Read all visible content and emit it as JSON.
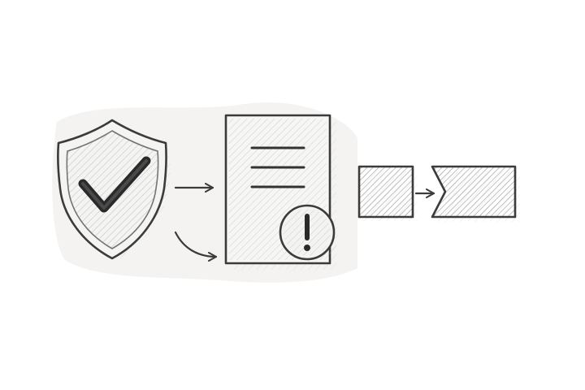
{
  "style": {
    "background": "#ffffff",
    "paper": "#f3f2ef",
    "ink": "#3b3b3b",
    "ink_dark": "#2a2a2a",
    "ink_soft": "#6e6e6e",
    "hatch": "#9a9a9a",
    "shadow": "#e9e9e6"
  },
  "diagram": {
    "nodes": [
      {
        "id": "shield",
        "icon": "shield-check-icon"
      },
      {
        "id": "document",
        "icon": "document-lines-icon"
      },
      {
        "id": "alert",
        "icon": "exclamation-circle-icon"
      },
      {
        "id": "block-left",
        "icon": "hatched-rectangle"
      },
      {
        "id": "block-right",
        "icon": "notched-hatched-rectangle"
      }
    ],
    "edges": [
      {
        "from": "shield",
        "to": "document",
        "style": "straight"
      },
      {
        "from": "shield",
        "to": "document",
        "style": "curved"
      },
      {
        "from": "block-left",
        "to": "block-right",
        "style": "straight"
      }
    ]
  }
}
